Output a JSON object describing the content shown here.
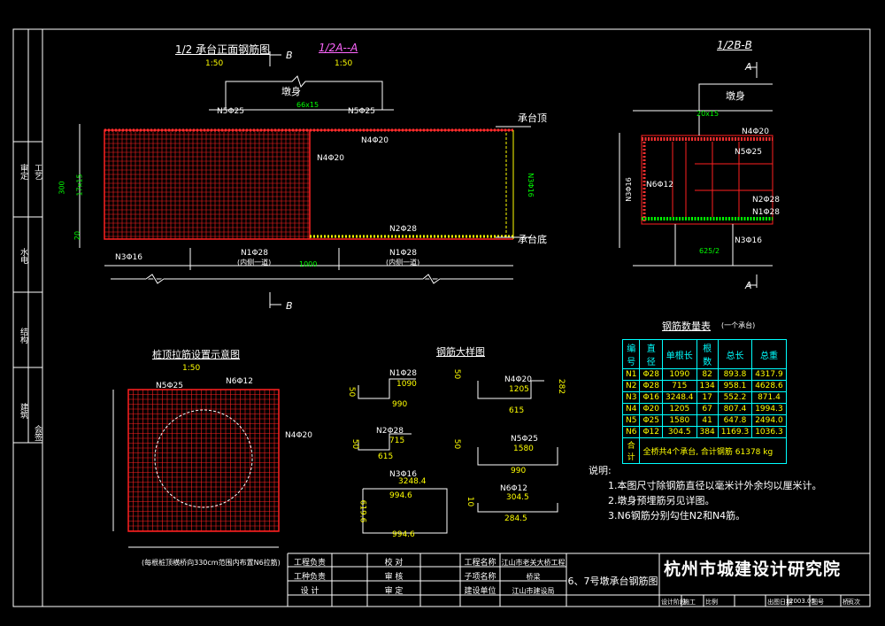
{
  "views": {
    "front": {
      "title": "1/2 承台正面钢筋图",
      "scale": "1:50"
    },
    "section_a": {
      "title": "1/2A--A",
      "scale": "1:50"
    },
    "section_b": {
      "title": "1/2B-B"
    },
    "pile_top": {
      "title": "桩顶拉筋设置示意图",
      "scale": "1:50",
      "note": "(每根桩顶横桥向330cm范围内布置N6拉筋)"
    },
    "detail": {
      "title": "钢筋大样图"
    }
  },
  "labels": {
    "pier_body": "墩身",
    "cap_top": "承台顶",
    "cap_bottom": "承台底",
    "cut_b": "B",
    "cut_a": "A",
    "n5": "N5Φ25",
    "n4": "N4Φ20",
    "n2": "N2Φ28",
    "n1": "N1Φ28",
    "n3": "N3Φ16",
    "n6": "N6Φ12",
    "inner": "(内侧一道)",
    "spacing_66": "66x15",
    "spacing_20": "20x15",
    "dim_1000": "1000",
    "dim_300": "300",
    "dim_17x15": "17x15",
    "dim_20": "20",
    "dim_625": "625/2",
    "n3_vert": "N3Φ16",
    "n3_short": "N3Φ16"
  },
  "details": [
    {
      "name": "N1Φ28",
      "a": "1090",
      "b": "990",
      "h": "50"
    },
    {
      "name": "N4Φ20",
      "a": "1205",
      "b": "615",
      "h": "50",
      "h2": "282"
    },
    {
      "name": "N2Φ28",
      "a": "715",
      "b": "615",
      "h": "50"
    },
    {
      "name": "N5Φ25",
      "a": "1580",
      "b": "990",
      "h": "50"
    },
    {
      "name": "N3Φ16",
      "a": "3248.4",
      "b": "994.6",
      "c": "994.6",
      "h": "619.6"
    },
    {
      "name": "N6Φ12",
      "a": "304.5",
      "b": "284.5",
      "h": "10"
    }
  ],
  "table": {
    "title": "钢筋数量表",
    "subtitle": "(一个承台)",
    "headers": [
      "编号",
      "直径",
      "单根长",
      "根数",
      "总长",
      "总重"
    ],
    "rows": [
      [
        "N1",
        "Φ28",
        "1090",
        "82",
        "893.8",
        "4317.9"
      ],
      [
        "N2",
        "Φ28",
        "715",
        "134",
        "958.1",
        "4628.6"
      ],
      [
        "N3",
        "Φ16",
        "3248.4",
        "17",
        "552.2",
        "871.4"
      ],
      [
        "N4",
        "Φ20",
        "1205",
        "67",
        "807.4",
        "1994.3"
      ],
      [
        "N5",
        "Φ25",
        "1580",
        "41",
        "647.8",
        "2494.0"
      ],
      [
        "N6",
        "Φ12",
        "304.5",
        "384",
        "1169.3",
        "1036.3"
      ]
    ],
    "total_label": "合计",
    "total_text": "全桥共4个承台, 合计钢筋 61378 kg"
  },
  "notes": {
    "title": "说明:",
    "items": [
      "1.本图尺寸除钢筋直径以毫米计外余均以厘米计。",
      "2.墩身预埋筋另见详图。",
      "3.N6钢筋分别勾住N2和N4筋。"
    ]
  },
  "titleblock": {
    "firm": "杭州市城建设计研究院",
    "drawing_title": "6、7号墩承台钢筋图",
    "left_rows": [
      "工程负责",
      "工种负责",
      "设    计"
    ],
    "mid_rows": [
      "校    对",
      "审    核",
      "审    定"
    ],
    "proj_labels": [
      "工程名称",
      "子项名称",
      "建设单位"
    ],
    "proj_values": [
      "江山市老关大桥工程",
      "桥梁",
      "江山市建设局"
    ],
    "bottom": [
      "设计阶段",
      "施工",
      "比例",
      "",
      "出图日期",
      "2003.05",
      "图号",
      "桥-",
      "页次"
    ]
  },
  "side_strip": [
    "审定",
    "工艺",
    "水电",
    "结构",
    "建筑",
    "会签"
  ]
}
